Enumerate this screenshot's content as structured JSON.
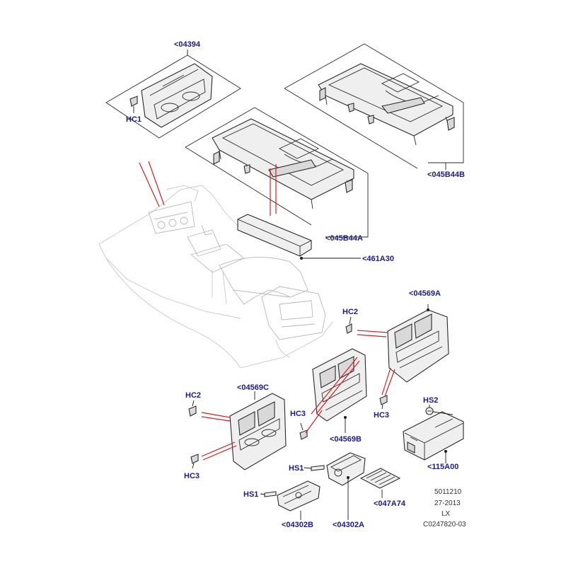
{
  "callouts": {
    "c04394": "<04394",
    "hc1": "HC1",
    "c045B44B": "<045B44B",
    "c045B44A": "<045B44A",
    "c461A30": "<461A30",
    "c04569A": "<04569A",
    "hc2_upper": "HC2",
    "hc2_lower": "HC2",
    "c04569C": "<04569C",
    "hc3_mid": "HC3",
    "hc3_right": "HC3",
    "hc3_lower": "HC3",
    "c04569B": "<04569B",
    "hs2": "HS2",
    "c115A00": "<115A00",
    "hs1_upper": "HS1",
    "hs1_lower": "HS1",
    "c047A74": "<047A74",
    "c04302B": "<04302B",
    "c04302A": "<04302A"
  },
  "meta": {
    "line1": "5011210",
    "line2": "27-2013",
    "line3": "LX",
    "line4": "C0247820-03"
  },
  "colors": {
    "callout_text": "#1a1a8c",
    "linework": "#2a2a2a",
    "highlight": "#d42020",
    "ghost": "#c8c8c8"
  }
}
